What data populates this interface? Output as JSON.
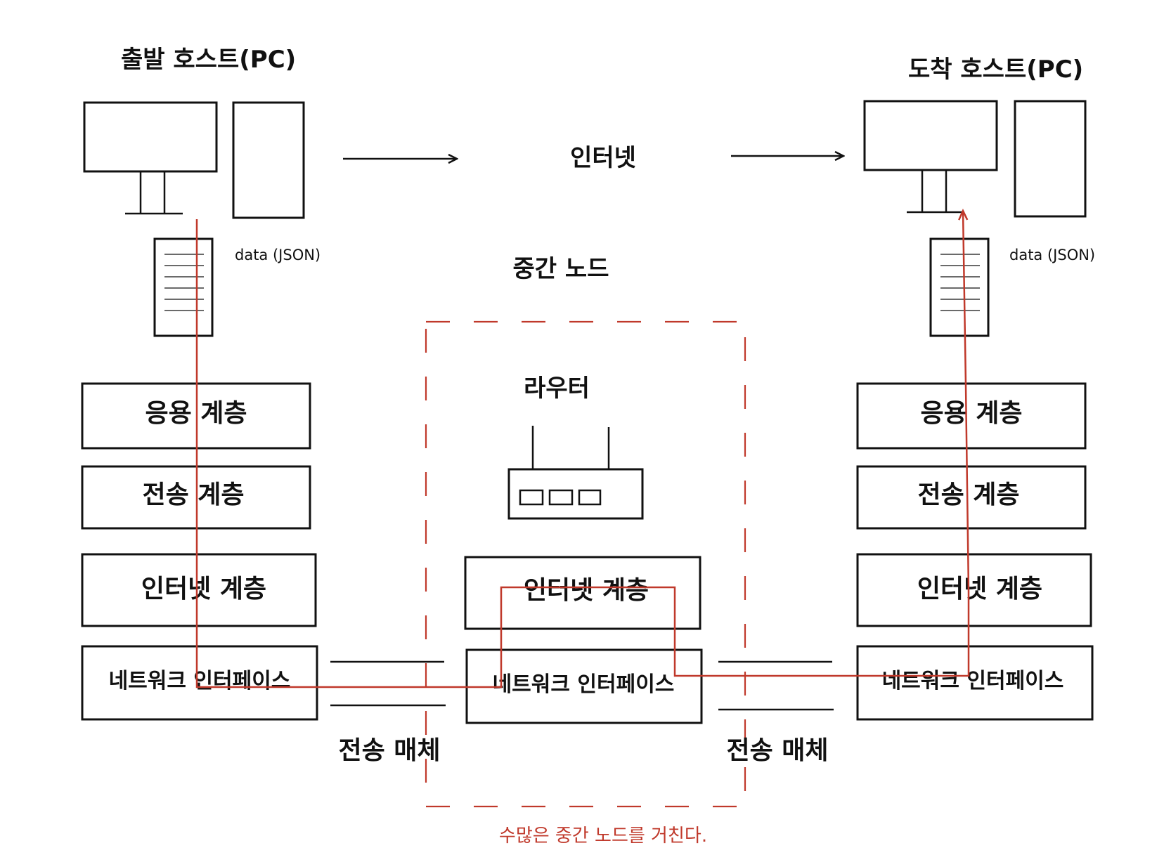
{
  "source_host": {
    "title": "출발 호스트(PC)",
    "data_label": "data (JSON)",
    "layers": [
      "응용 계층",
      "전송 계층",
      "인터넷 계층",
      "네트워크 인터페이스"
    ]
  },
  "dest_host": {
    "title": "도착 호스트(PC)",
    "data_label": "data (JSON)",
    "layers": [
      "응용 계층",
      "전송 계층",
      "인터넷 계층",
      "네트워크 인터페이스"
    ]
  },
  "internet_label": "인터넷",
  "middle_node": {
    "title": "중간 노드",
    "router_label": "라우터",
    "layers": [
      "인터넷 계층",
      "네트워크 인터페이스"
    ]
  },
  "media": {
    "left_label": "전송 매체",
    "right_label": "전송 매체"
  },
  "note": "수많은 중간 노드를 거친다.",
  "colors": {
    "ink": "#111111",
    "path_red": "#c0392b"
  }
}
